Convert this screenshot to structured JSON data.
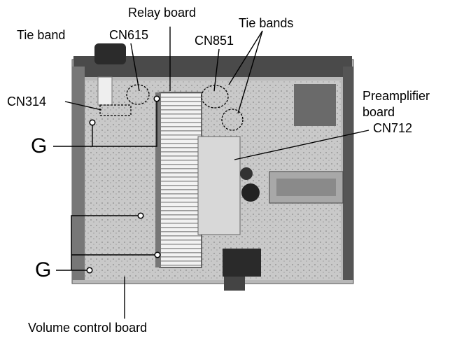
{
  "labels": {
    "relay_board": "Relay board",
    "tie_band": "Tie band",
    "cn615": "CN615",
    "cn851": "CN851",
    "tie_bands": "Tie bands",
    "cn314": "CN314",
    "preamplifier_board_line1": "Preamplifier",
    "preamplifier_board_line2": "board",
    "cn712": "CN712",
    "ground_top": "G",
    "ground_bottom": "G",
    "volume_control_board": "Volume control board"
  }
}
